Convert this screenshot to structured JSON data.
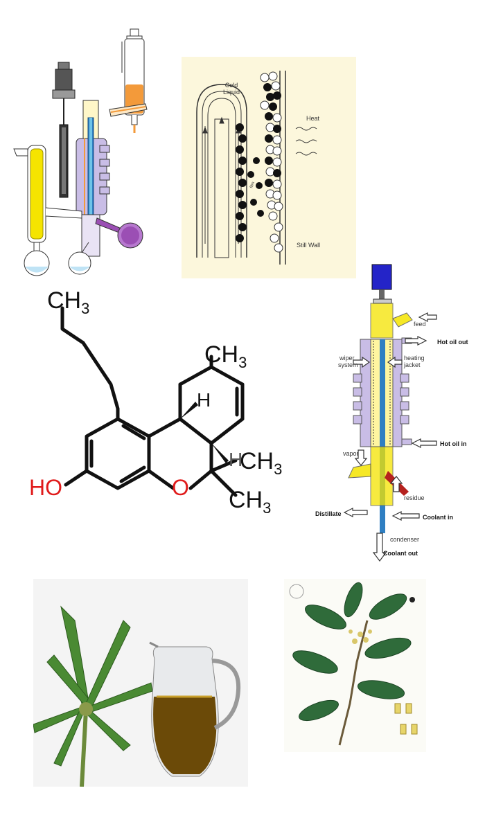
{
  "wiped_film_diagram": {
    "cold_liquid": "Cold\nLiquid",
    "heat": "Heat",
    "still_wall": "Still Wall",
    "film_label": "film"
  },
  "molecule": {
    "ch3_top": "CH",
    "ch3_top_sub": "3",
    "ch3_right": "CH",
    "ch3_right_sub": "3",
    "ch3_mid": "CH",
    "ch3_mid_sub": "3",
    "ch3_bottom": "CH",
    "ch3_bottom_sub": "3",
    "h_upper": "H",
    "h_lower": "H",
    "ho": "HO",
    "o": "O"
  },
  "short_path_still": {
    "feed": "feed",
    "hot_oil_out": "Hot oil out",
    "wiper_system_line1": "wiper",
    "wiper_system_line2": "system",
    "heating_jacket_line1": "heating",
    "heating_jacket_line2": "jacket",
    "hot_oil_in": "Hot oil in",
    "vapor": "vapor",
    "residue": "residue",
    "distillate": "Distillate",
    "coolant_in": "Coolant in",
    "condenser": "condenser",
    "coolant_out": "Coolant out"
  },
  "colors": {
    "yellow_liquid": "#f5e400",
    "orange_liquid": "#f39a3a",
    "lavender_glass": "#c9bde6",
    "purple_liquid": "#9b4fb4",
    "blue_accent": "#2f7fc2",
    "red_oxygen": "#e01b1b",
    "dark_blue_motor": "#2424c8",
    "diagram_bg": "#fcf7dc",
    "residue_red": "#b5221e"
  }
}
